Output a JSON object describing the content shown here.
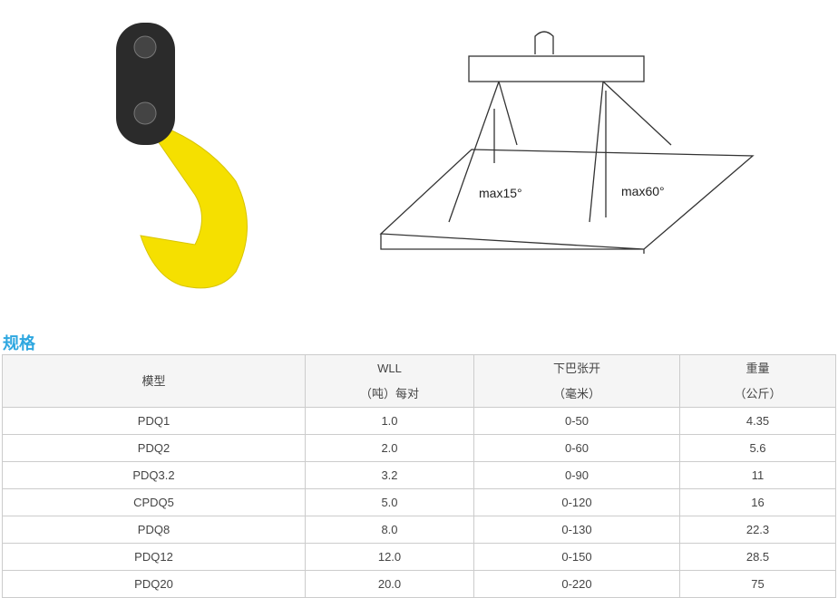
{
  "diagram": {
    "label_left": "max15°",
    "label_right": "max60°"
  },
  "heading": "规格",
  "table": {
    "headers": [
      {
        "line1": "模型",
        "line2": ""
      },
      {
        "line1": "WLL",
        "line2": "（吨）每对"
      },
      {
        "line1": "下巴张开",
        "line2": "（毫米）"
      },
      {
        "line1": "重量",
        "line2": "（公斤）"
      }
    ],
    "rows": [
      [
        "PDQ1",
        "1.0",
        "0-50",
        "4.35"
      ],
      [
        "PDQ2",
        "2.0",
        "0-60",
        "5.6"
      ],
      [
        "PDQ3.2",
        "3.2",
        "0-90",
        "11"
      ],
      [
        "CPDQ5",
        "5.0",
        "0-120",
        "16"
      ],
      [
        "PDQ8",
        "8.0",
        "0-130",
        "22.3"
      ],
      [
        "PDQ12",
        "12.0",
        "0-150",
        "28.5"
      ],
      [
        "PDQ20",
        "20.0",
        "0-220",
        "75"
      ]
    ]
  },
  "colors": {
    "heading": "#2ea7e0",
    "hook": "#f5e000",
    "plate": "#2b2b2b"
  }
}
